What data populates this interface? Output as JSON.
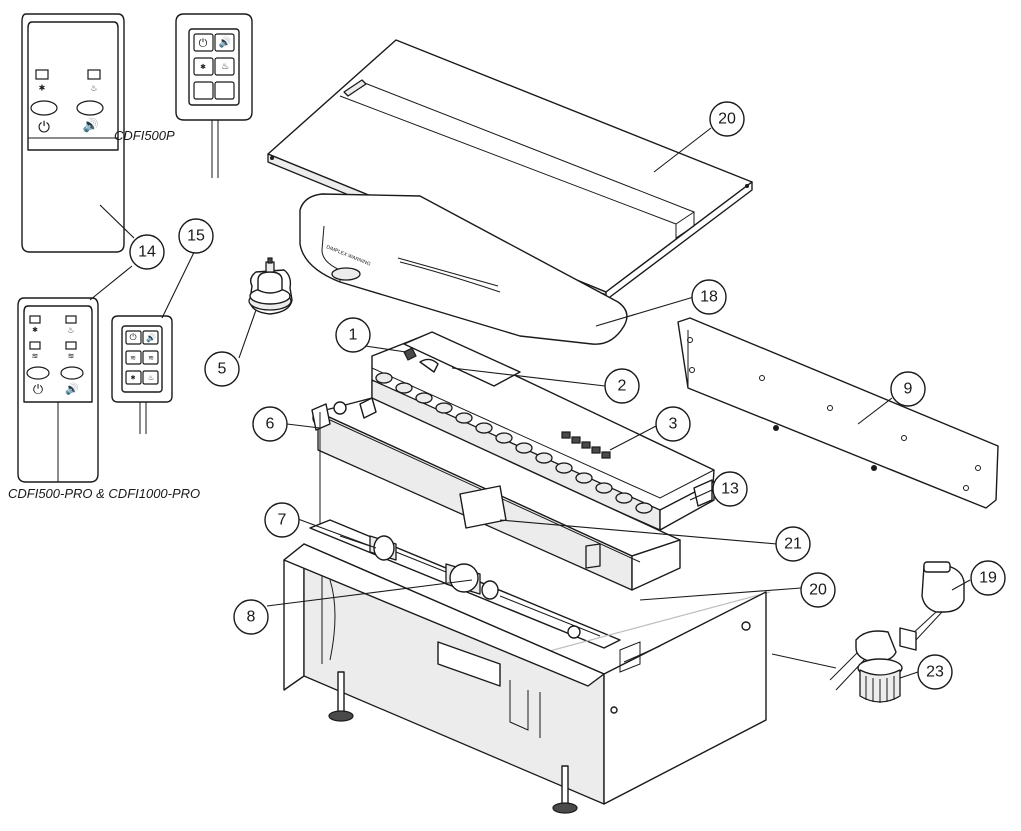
{
  "diagram": {
    "model_labels": {
      "cdfi500p": "CDFI500P",
      "pro_models": "CDFI500-PRO & CDFI1000-PRO"
    },
    "callouts": [
      {
        "id": "c1",
        "number": "1"
      },
      {
        "id": "c2",
        "number": "2"
      },
      {
        "id": "c3",
        "number": "3"
      },
      {
        "id": "c5",
        "number": "5"
      },
      {
        "id": "c6",
        "number": "6"
      },
      {
        "id": "c7",
        "number": "7"
      },
      {
        "id": "c8",
        "number": "8"
      },
      {
        "id": "c9",
        "number": "9"
      },
      {
        "id": "c13",
        "number": "13"
      },
      {
        "id": "c14",
        "number": "14"
      },
      {
        "id": "c15a",
        "number": "15"
      },
      {
        "id": "c18",
        "number": "18"
      },
      {
        "id": "c19",
        "number": "19"
      },
      {
        "id": "c20a",
        "number": "20"
      },
      {
        "id": "c20b",
        "number": "20"
      },
      {
        "id": "c21",
        "number": "21"
      },
      {
        "id": "c23",
        "number": "23"
      }
    ]
  }
}
